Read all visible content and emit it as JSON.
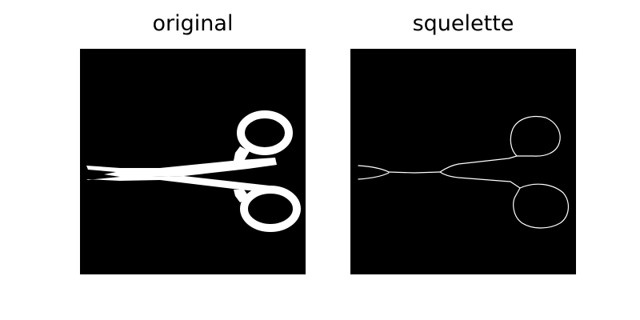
{
  "figure": {
    "panels": [
      {
        "title": "original",
        "content": "Binary image: white scissors silhouette on black background"
      },
      {
        "title": "squelette",
        "content": "Skeleton (thin white lines) of the scissors on black background"
      }
    ],
    "colors": {
      "background": "#000000",
      "foreground": "#ffffff",
      "page": "#ffffff"
    }
  }
}
